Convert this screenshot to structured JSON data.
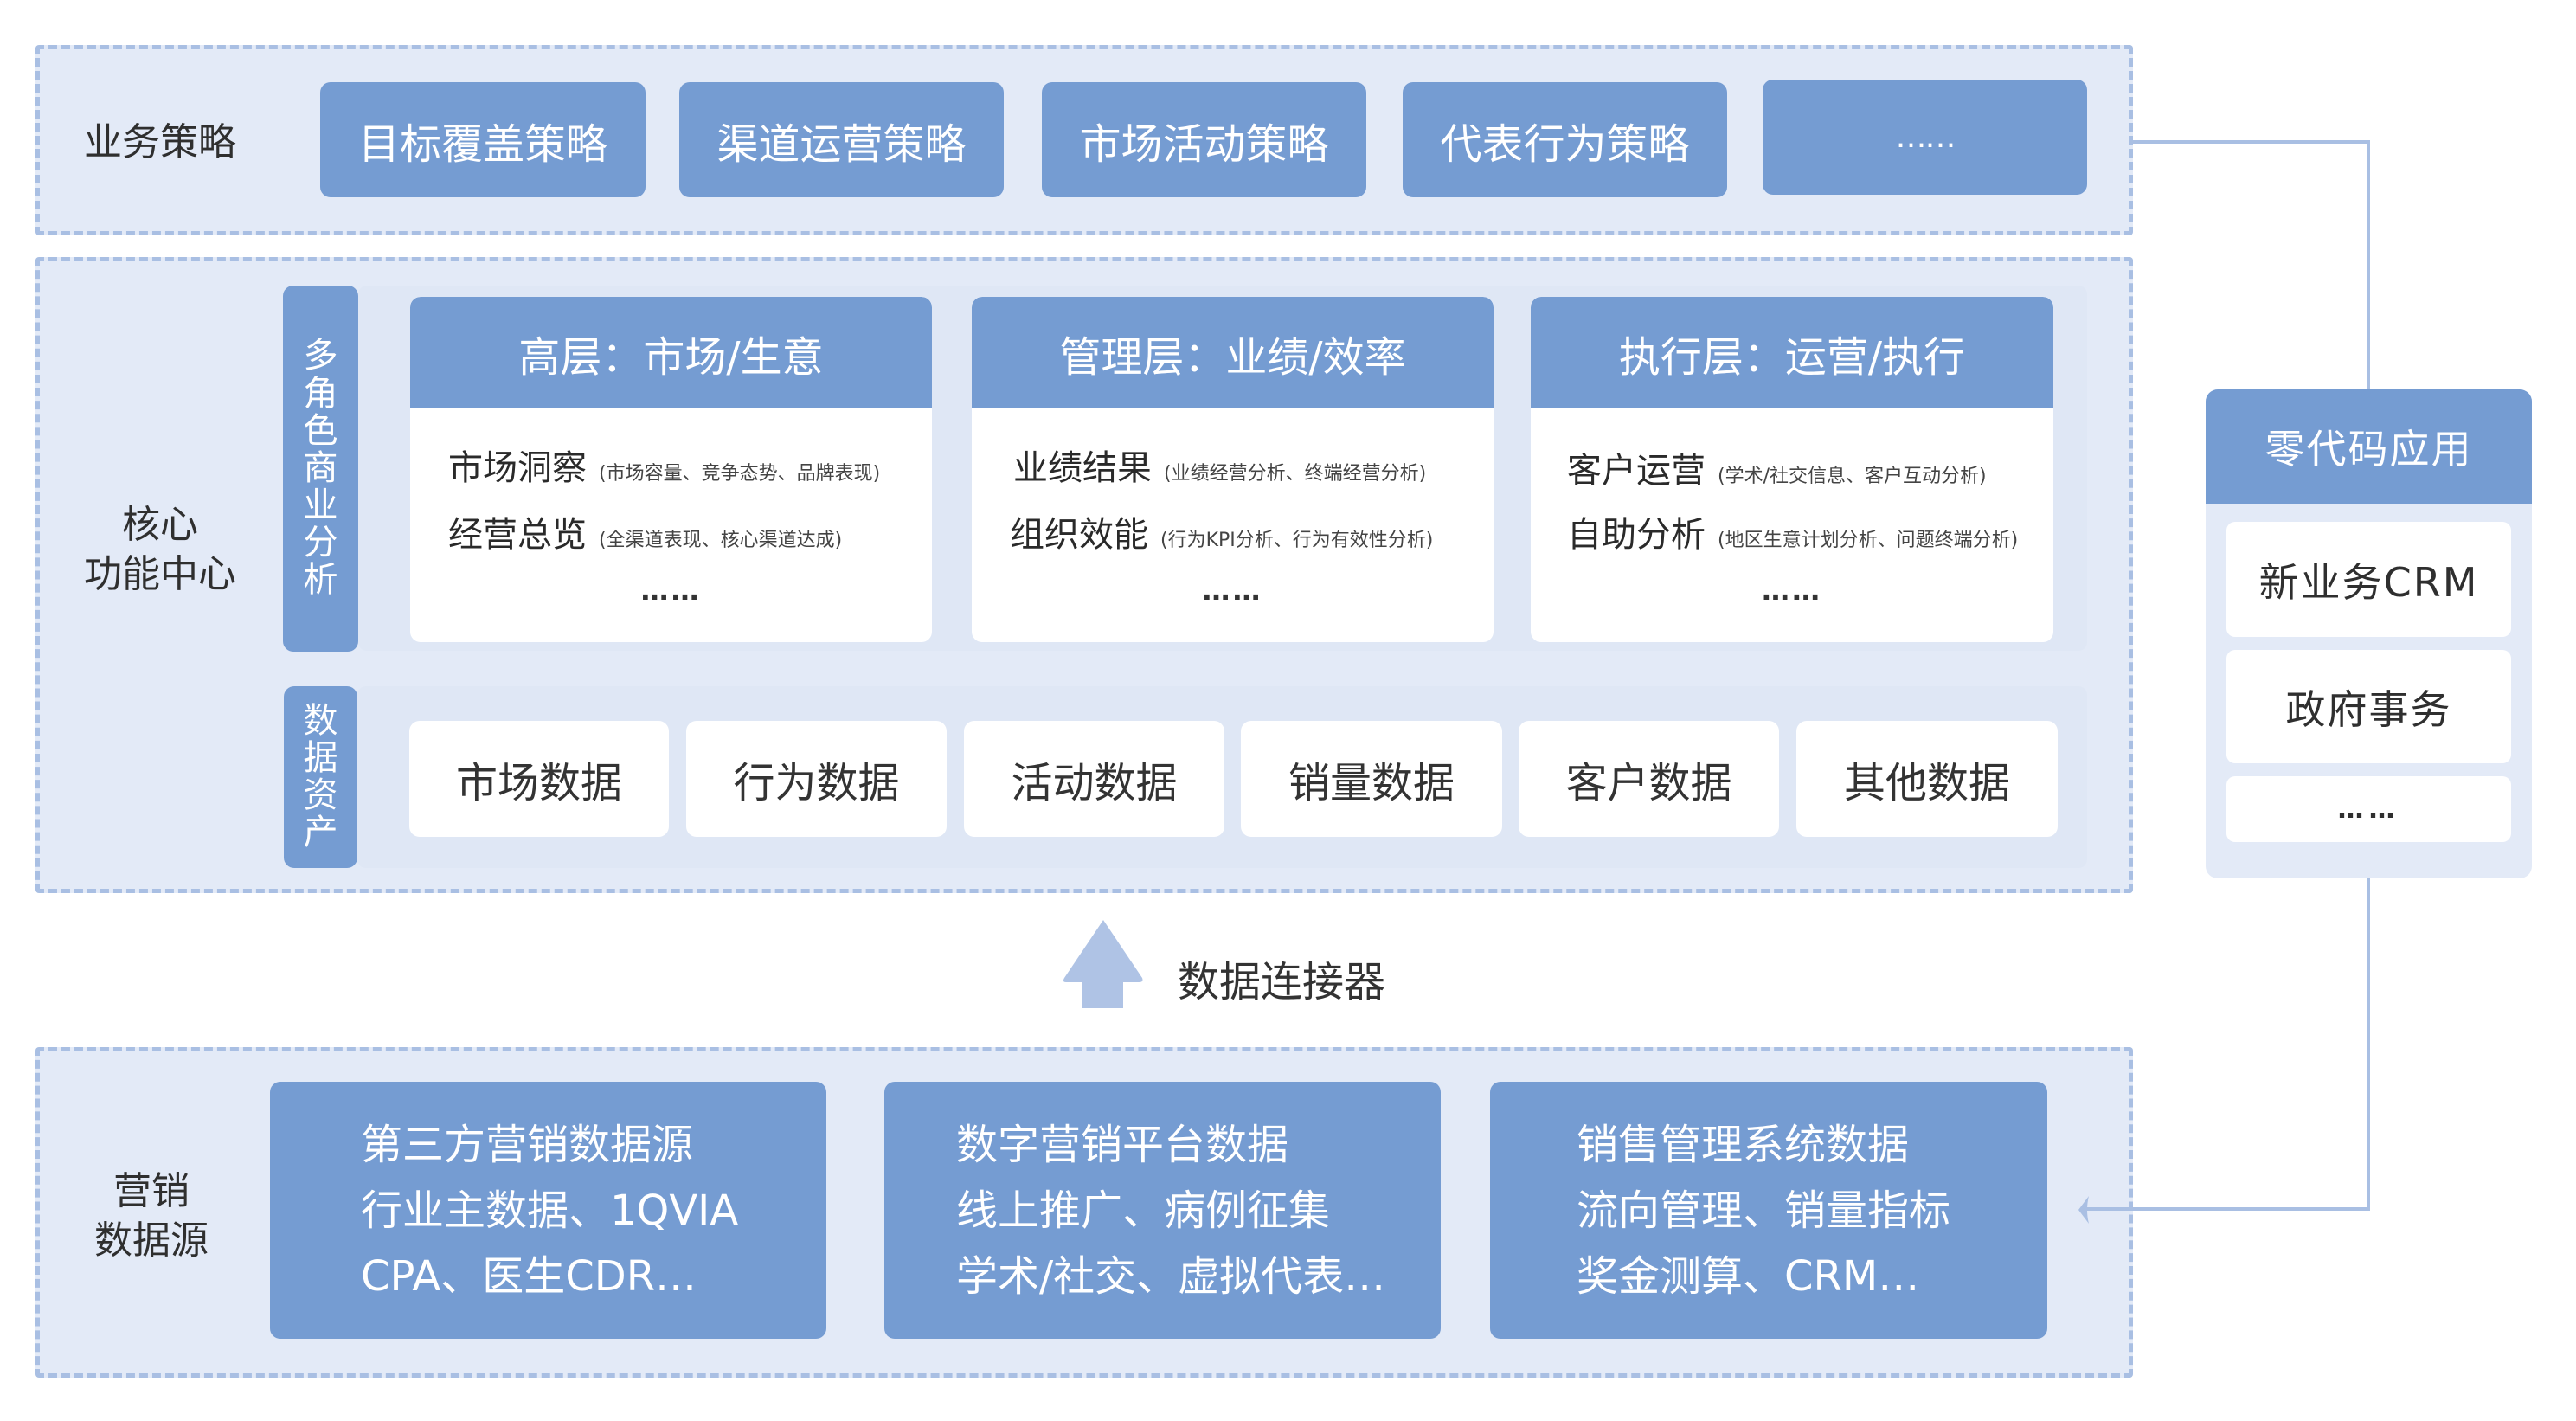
{
  "colors": {
    "zone_bg": "#E3EAF7",
    "zone_border": "#A9BFE3",
    "accent_blue": "#759CD2",
    "card_bg": "#FFFFFF",
    "text_dark": "#333333"
  },
  "strategy": {
    "label": "业务策略",
    "items": [
      "目标覆盖策略",
      "渠道运营策略",
      "市场活动策略",
      "代表行为策略",
      "……"
    ]
  },
  "core": {
    "label_line1": "核心",
    "label_line2": "功能中心",
    "analysis_bar_label": "多角色商业分析",
    "cards": [
      {
        "title": "高层：市场/生意",
        "rows": [
          {
            "main": "市场洞察",
            "sub": "(市场容量、竞争态势、品牌表现)"
          },
          {
            "main": "经营总览",
            "sub": "(全渠道表现、核心渠道达成)"
          }
        ],
        "more": "……"
      },
      {
        "title": "管理层：业绩/效率",
        "rows": [
          {
            "main": "业绩结果",
            "sub": "(业绩经营分析、终端经营分析)"
          },
          {
            "main": "组织效能",
            "sub": "(行为KPI分析、行为有效性分析)"
          }
        ],
        "more": "……"
      },
      {
        "title": "执行层：运营/执行",
        "rows": [
          {
            "main": "客户运营",
            "sub": "(学术/社交信息、客户互动分析)"
          },
          {
            "main": "自助分析",
            "sub": "(地区生意计划分析、问题终端分析)"
          }
        ],
        "more": "……"
      }
    ],
    "assets_bar_label": "数据资产",
    "assets": [
      "市场数据",
      "行为数据",
      "活动数据",
      "销量数据",
      "客户数据",
      "其他数据"
    ]
  },
  "connector": {
    "label": "数据连接器",
    "icon": "arrow-up-icon"
  },
  "sources": {
    "label_line1": "营销",
    "label_line2": "数据源",
    "cards": [
      {
        "lines": [
          "第三方营销数据源",
          "行业主数据、1QVIA",
          "CPA、医生CDR…"
        ]
      },
      {
        "lines": [
          "数字营销平台数据",
          "线上推广、病例征集",
          "学术/社交、虚拟代表…"
        ]
      },
      {
        "lines": [
          "销售管理系统数据",
          "流向管理、销量指标",
          "奖金测算、CRM…"
        ]
      }
    ]
  },
  "apps": {
    "title": "零代码应用",
    "items": [
      "新业务CRM",
      "政府事务",
      "……"
    ]
  }
}
